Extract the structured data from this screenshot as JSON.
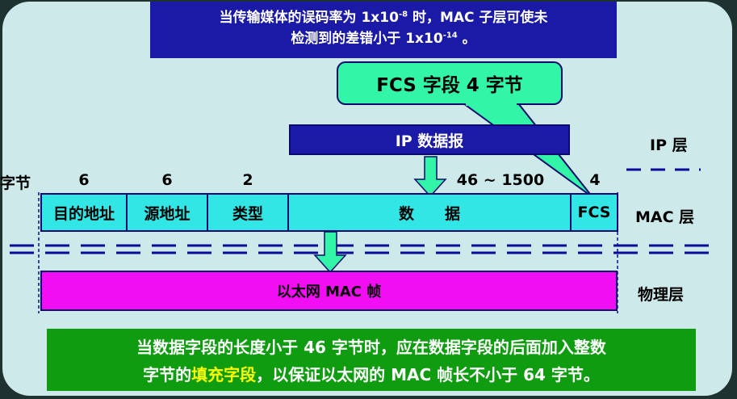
{
  "top_note": {
    "line1_prefix": "当传输媒体的误码率为 1x10",
    "line1_exp": "-8",
    "line1_suffix": " 时，MAC 子层可使未",
    "line2_prefix": "检测到的差错小于 1x10",
    "line2_exp": "-14",
    "line2_suffix": " 。"
  },
  "fcs_callout": "FCS 字段 4 字节",
  "ip_datagram": "IP 数据报",
  "byte_unit_label": "字节",
  "byte_counts": {
    "dest": "6",
    "src": "6",
    "type": "2",
    "data": "46 ~ 1500",
    "fcs": "4"
  },
  "frame_fields": {
    "dest": "目的地址",
    "src": "源地址",
    "type": "类型",
    "data": "数　　据",
    "fcs": "FCS"
  },
  "physical_frame": "以太网 MAC 帧",
  "layers": {
    "ip": "IP 层",
    "mac": "MAC 层",
    "physical": "物理层"
  },
  "bottom_note": {
    "line1": "当数据字段的长度小于 46 字节时，应在数据字段的后面加入整数",
    "line2_prefix": "字节的",
    "line2_highlight": "填充字段",
    "line2_suffix": "，以保证以太网的 MAC 帧长不小于 64 字节。"
  },
  "colors": {
    "dark_blue": "#1a1aa6",
    "cyan": "#33e6e6",
    "magenta": "#f20ef2",
    "callout_green": "#33f5a8",
    "note_green": "#109c10",
    "highlight_yellow": "#ffff00",
    "slide_bg": "#cde9ea"
  }
}
